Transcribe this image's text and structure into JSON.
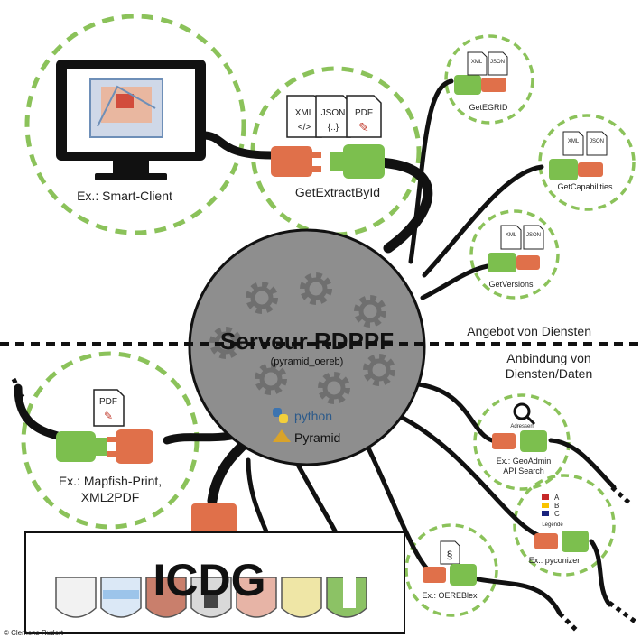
{
  "colors": {
    "dash_green": "#8bc25a",
    "plug_green": "#7cbf4e",
    "plug_orange": "#e0704a",
    "cable": "#111111",
    "server_grey": "#8e8e8e",
    "gear_grey": "#6f6f6f",
    "python_blue": "#3d74b0",
    "python_yellow": "#f3cf3b"
  },
  "server": {
    "title": "Serveur RDPPF",
    "subtitle": "(pyramid_oereb)",
    "python": "python",
    "pyramid": "Pyramid"
  },
  "divider": {
    "above": "Angebot von Diensten",
    "below_line1": "Anbindung von",
    "below_line2": "Diensten/Daten"
  },
  "services": {
    "smart_client": "Ex.: Smart-Client",
    "get_extract": "GetExtractById",
    "get_egrid": "GetEGRID",
    "get_capabilities": "GetCapabilities",
    "get_versions": "GetVersions",
    "mapfish_line1": "Ex.: Mapfish-Print,",
    "mapfish_line2": "XML2PDF",
    "geoadmin_line1": "Ex.: GeoAdmin",
    "geoadmin_line2": "API Search",
    "adressen": "Adressen",
    "pyconizer": "Ex.: pyconizer",
    "legende": "Legende",
    "legend_a": "A",
    "legend_b": "B",
    "legend_c": "C",
    "oereblex": "Ex.: OEREBlex"
  },
  "doc_labels": {
    "xml": "XML",
    "json": "JSON",
    "pdf": "PDF",
    "xml_sym": "</>",
    "json_sym": "{..}"
  },
  "icdg": {
    "title": "ICDG"
  },
  "credit": "© Clemens Rudert"
}
